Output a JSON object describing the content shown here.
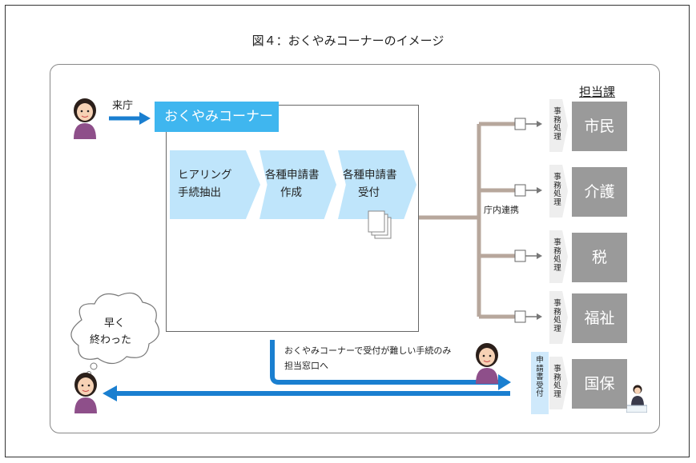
{
  "title": "図４：おくやみコーナーのイメージ",
  "arrival_label": "来庁",
  "corner_name": "おくやみコーナー",
  "steps": [
    {
      "line1": "ヒアリング",
      "line2": "手続抽出"
    },
    {
      "line1": "各種申請書",
      "line2": "作成"
    },
    {
      "line1": "各種申請書",
      "line2": "受付"
    }
  ],
  "liaison_label": "庁内連携",
  "responsible_header": "担当課",
  "processing_label": [
    "事",
    "務",
    "処",
    "理"
  ],
  "application_label": [
    "申",
    "請",
    "書",
    "受",
    "付"
  ],
  "departments": [
    "市民",
    "介護",
    "税",
    "福祉",
    "国保"
  ],
  "referral_line1": "おくやみコーナーで受付が難しい手続のみ",
  "referral_line2": "担当窓口へ",
  "thought_line1": "早く",
  "thought_line2": "終わった",
  "colors": {
    "accent": "#3fb6ef",
    "arrow": "#1a7fd0",
    "step": "#bfe5fb",
    "dept": "#9a9a9a",
    "connector": "#b7a79c"
  }
}
